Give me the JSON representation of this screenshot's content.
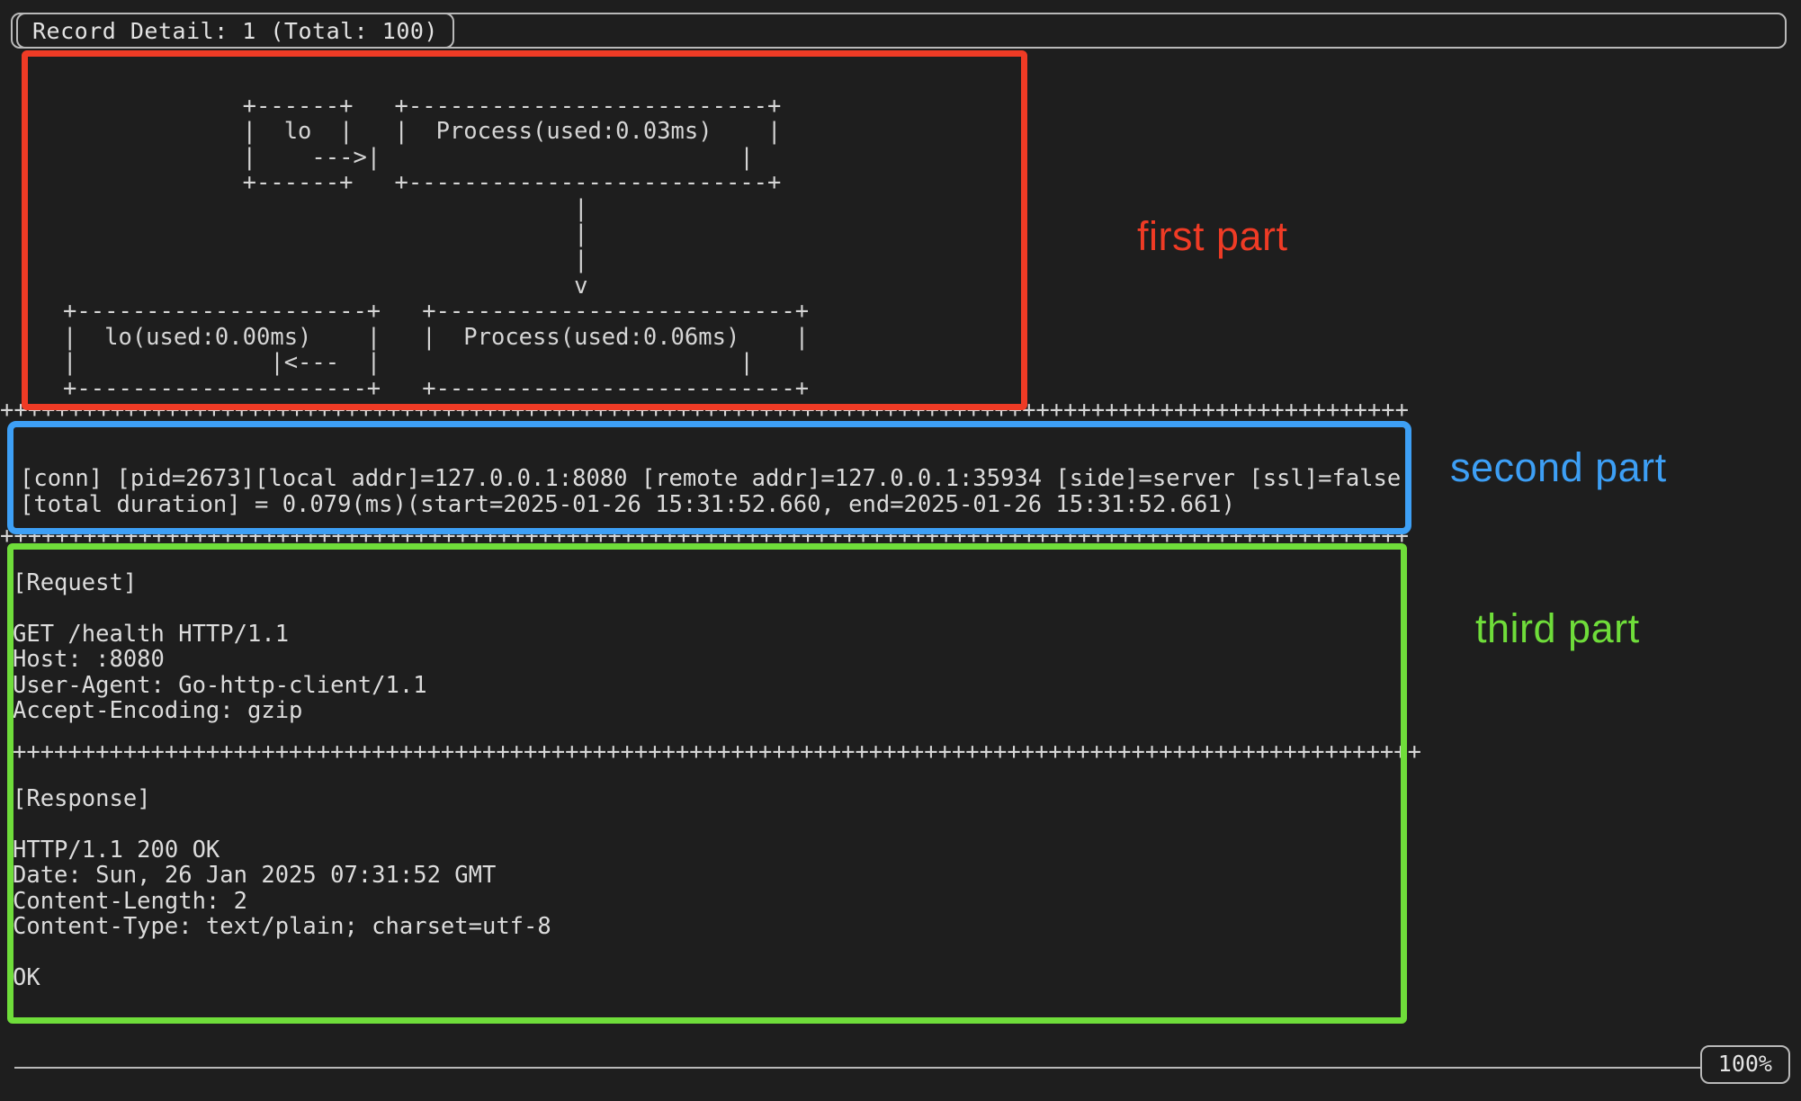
{
  "window": {
    "title": "Record Detail: 1 (Total: 100)",
    "background_color": "#1e1e1e",
    "foreground_color": "#d8d8d8"
  },
  "first_part": {
    "label": "first part",
    "accent_color": "#ef3b25",
    "ascii_topology": "                +------+   +--------------------------+\n                |  lo  |   |  Process(used:0.03ms)    |\n                |    --->|                          |\n                +------+   +--------------------------+\n                                        |\n                                        |\n                                        |\n                                        v\n   +---------------------+   +--------------------------+\n   |  lo(used:0.00ms)    |   |  Process(used:0.06ms)    |\n   |              |<---  |                          |\n   +---------------------+   +--------------------------+",
    "nodes": [
      {
        "name": "lo",
        "used": ""
      },
      {
        "name": "Process",
        "used": "0.03ms"
      },
      {
        "name": "lo",
        "used": "0.00ms"
      },
      {
        "name": "Process",
        "used": "0.06ms"
      }
    ]
  },
  "second_part": {
    "label": "second part",
    "accent_color": "#3d9ff5",
    "lines": [
      "[conn] [pid=2673][local addr]=127.0.0.1:8080 [remote addr]=127.0.0.1:35934 [side]=server [ssl]=false",
      "[total duration] = 0.079(ms)(start=2025-01-26 15:31:52.660, end=2025-01-26 15:31:52.661)"
    ],
    "fields": {
      "pid": "2673",
      "local_addr": "127.0.0.1:8080",
      "remote_addr": "127.0.0.1:35934",
      "side": "server",
      "ssl": "false",
      "total_duration_ms": "0.079",
      "start": "2025-01-26 15:31:52.660",
      "end": "2025-01-26 15:31:52.661"
    }
  },
  "third_part": {
    "label": "third part",
    "accent_color": "#6fdd3a",
    "request": {
      "heading": "[Request]",
      "body": "[Request]\n\nGET /health HTTP/1.1\nHost: :8080\nUser-Agent: Go-http-client/1.1\nAccept-Encoding: gzip\n",
      "method": "GET",
      "path": "/health",
      "protocol": "HTTP/1.1",
      "headers": [
        "Host: :8080",
        "User-Agent: Go-http-client/1.1",
        "Accept-Encoding: gzip"
      ]
    },
    "response": {
      "heading": "[Response]",
      "body": "[Response]\n\nHTTP/1.1 200 OK\nDate: Sun, 26 Jan 2025 07:31:52 GMT\nContent-Length: 2\nContent-Type: text/plain; charset=utf-8\n\nOK",
      "status_line": "HTTP/1.1 200 OK",
      "status_code": "200",
      "headers": [
        "Date: Sun, 26 Jan 2025 07:31:52 GMT",
        "Content-Length: 2",
        "Content-Type: text/plain; charset=utf-8"
      ],
      "payload": "OK"
    }
  },
  "separator": {
    "char": "+",
    "repeat": 102
  },
  "status_bar": {
    "zoom_label": "100%"
  }
}
